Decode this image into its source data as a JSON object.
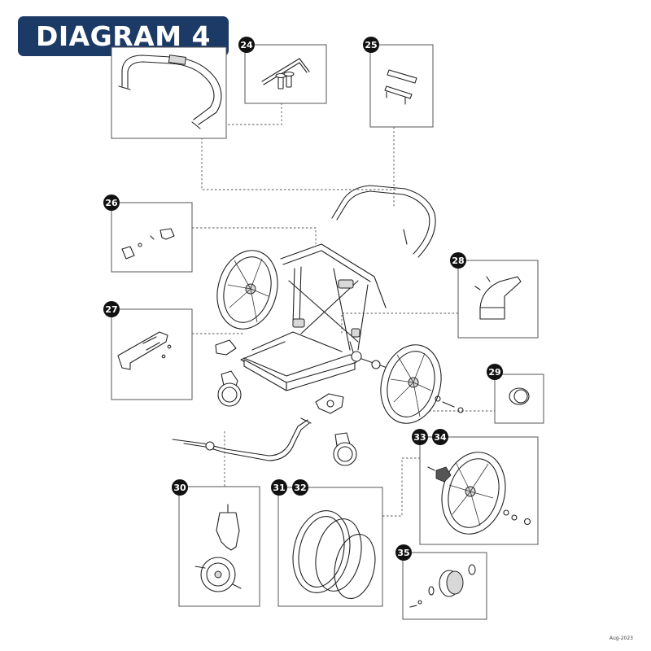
{
  "title": "DIAGRAM 4",
  "footer_date": "Aug-2023",
  "colors": {
    "title_badge": "#1c3a66",
    "title_text": "#ffffff",
    "callout": "#111111"
  },
  "callouts": [
    "24",
    "25",
    "26",
    "27",
    "28",
    "29",
    "30",
    "31",
    "32",
    "33",
    "34",
    "35"
  ]
}
